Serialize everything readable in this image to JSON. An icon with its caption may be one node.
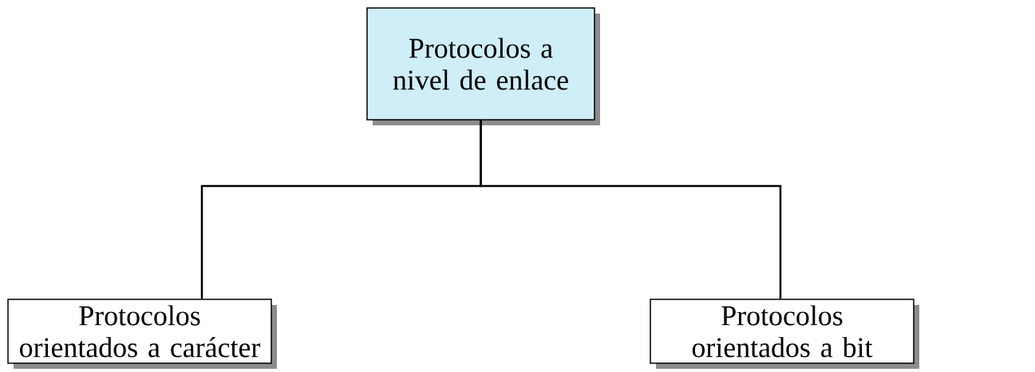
{
  "diagram": {
    "nodes": [
      {
        "text": [
          "Protocolos a nivel de enlace"
        ]
      },
      {
        "text": [
          "Protocolos orientados a carácter"
        ]
      },
      {
        "text": [
          "Protocolos orientados a bit"
        ]
      }
    ],
    "edges": [
      {
        "from": 0,
        "to": 1,
        "arrow": "none"
      },
      {
        "from": 0,
        "to": 2,
        "arrow": "none"
      }
    ]
  }
}
